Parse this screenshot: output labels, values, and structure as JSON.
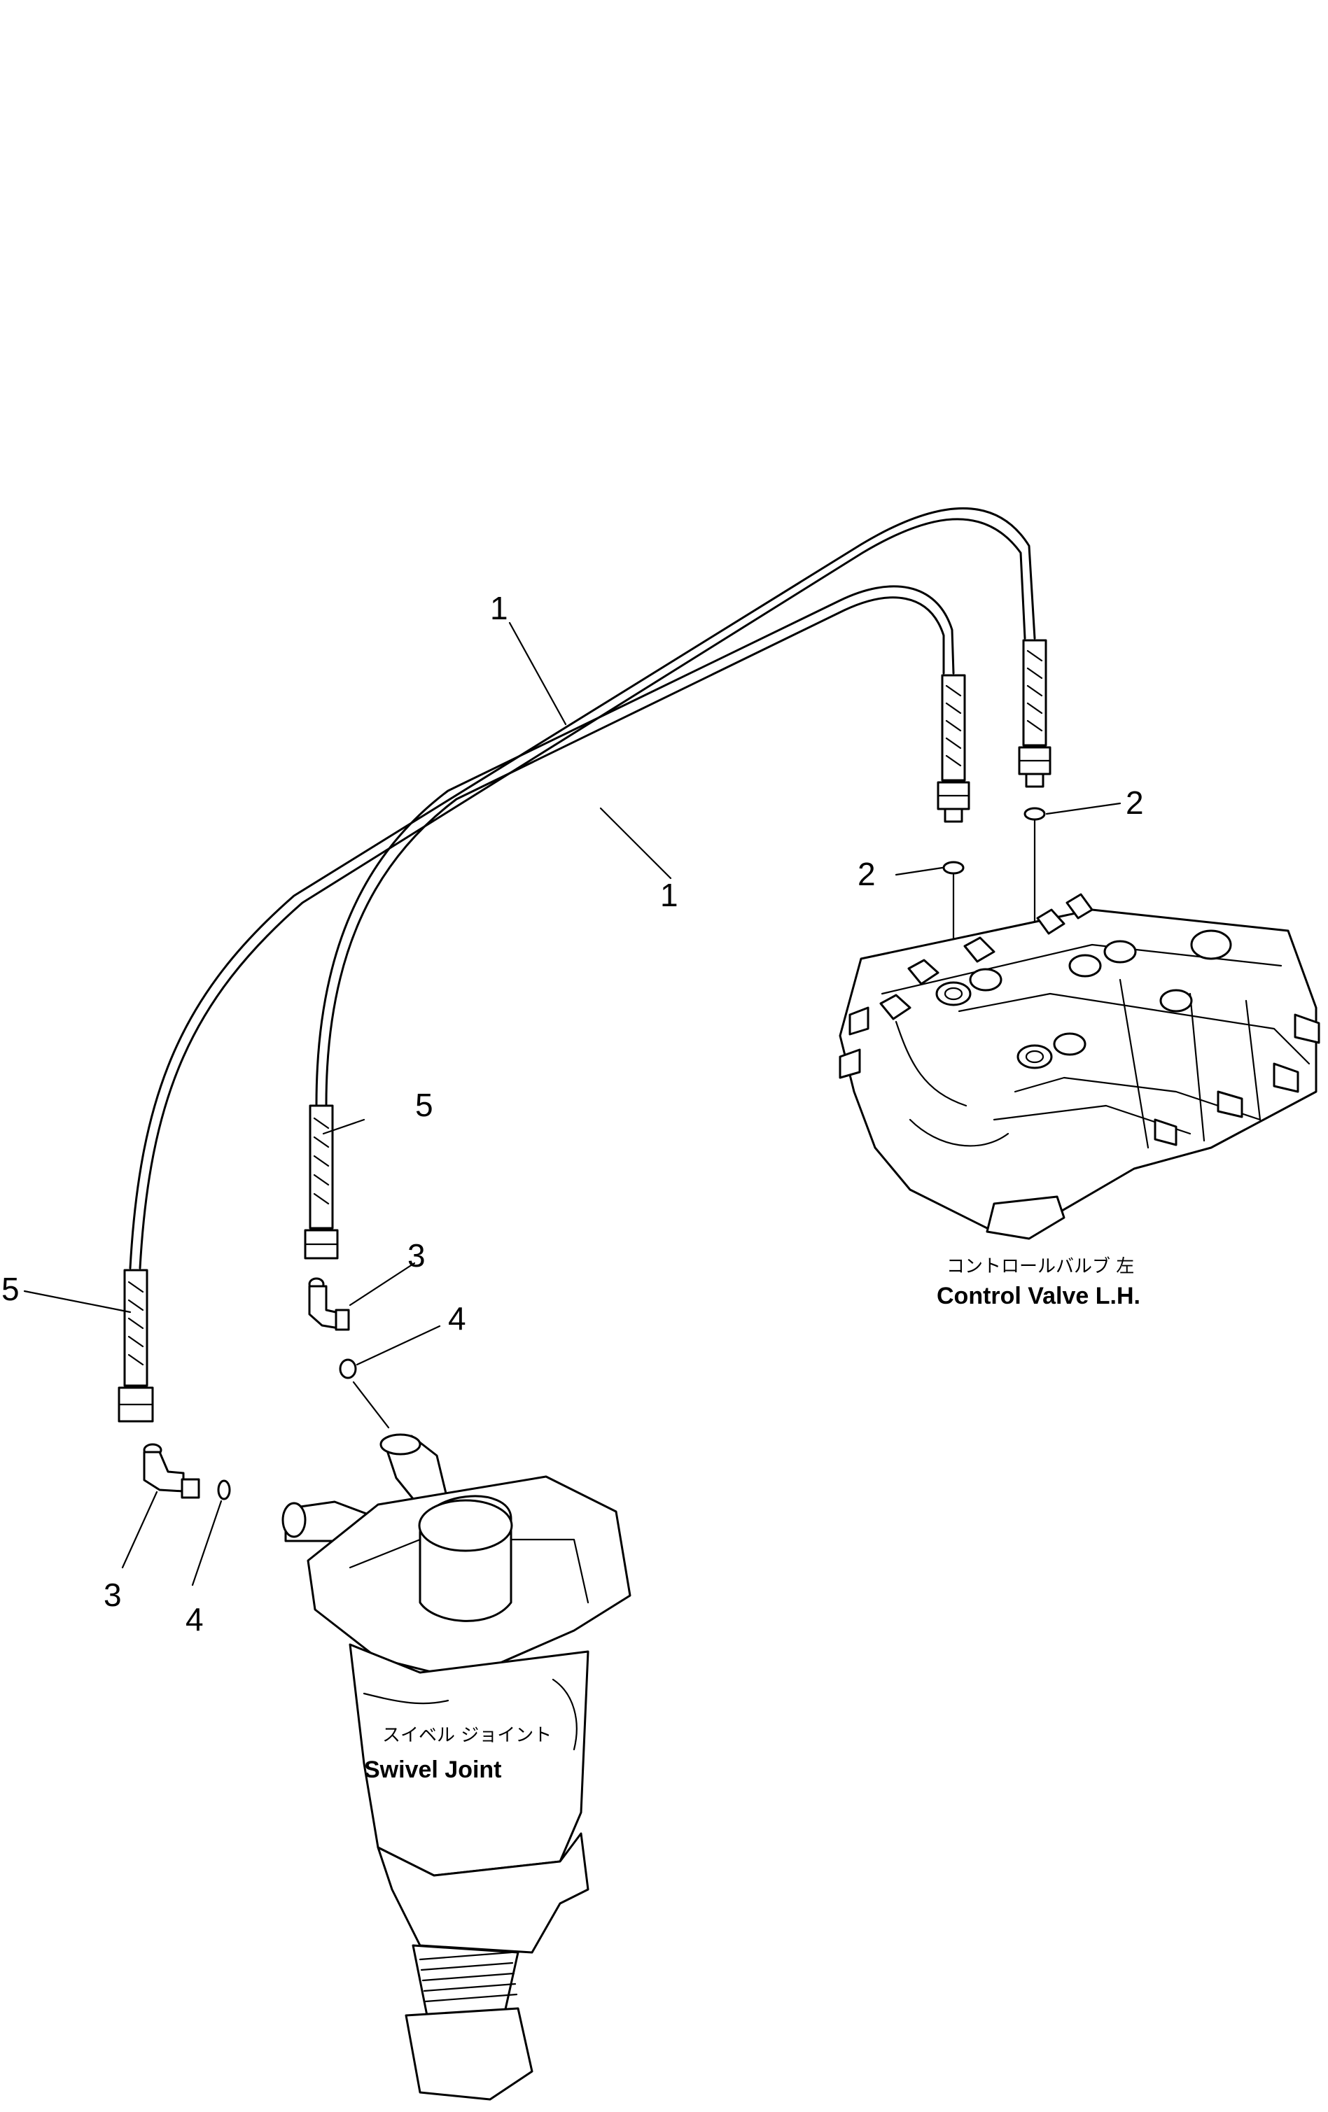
{
  "callouts": {
    "hose_upper": "1",
    "hose_lower": "1",
    "oring_right": "2",
    "oring_left": "2",
    "elbow_mid": "3",
    "elbow_left": "3",
    "oring_mid": "4",
    "oring_low": "4",
    "adapter_mid": "5",
    "adapter_left": "5"
  },
  "labels": {
    "control_valve_jp": "コントロールバルブ 左",
    "control_valve_en": "Control Valve L.H.",
    "swivel_joint_jp": "スイベル ジョイント",
    "swivel_joint_en": "Swivel Joint"
  }
}
